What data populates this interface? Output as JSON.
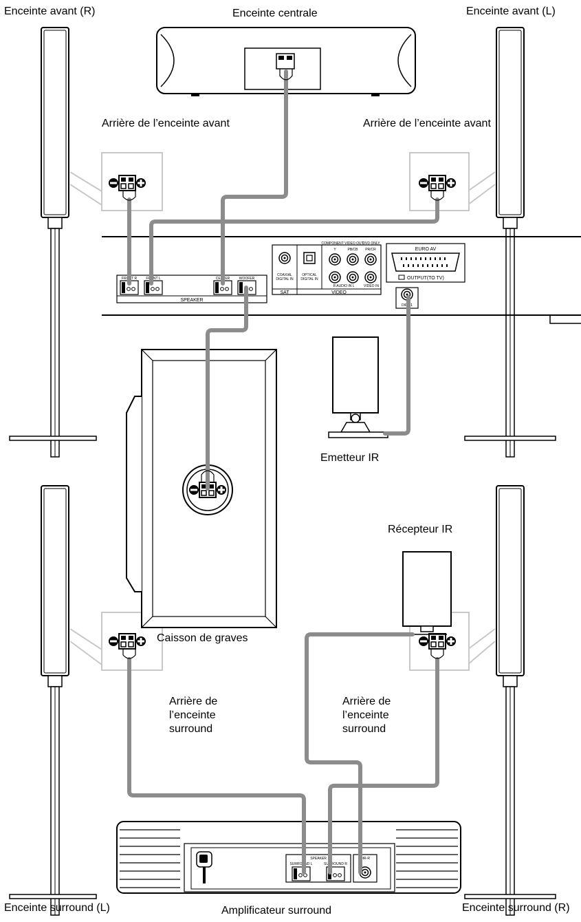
{
  "labels": {
    "front_right": "Enceinte avant (R)",
    "center": "Enceinte centrale",
    "front_left": "Enceinte avant (L)",
    "rear_front_left": "Arrière de l’enceinte avant",
    "rear_front_right": "Arrière de l’enceinte avant",
    "ir_emitter": "Emetteur IR",
    "ir_receiver": "Récepteur IR",
    "subwoofer": "Caisson de graves",
    "rear_surround_left": "Arrière de l’enceinte surround",
    "rear_surround_right": "Arrière de l’enceinte surround",
    "surround_left": "Enceinte surround (L)",
    "surround_amp": "Amplificateur surround",
    "surround_right": "Enceinte surround (R)"
  },
  "panel": {
    "speaker": "SPEAKER",
    "front_r": "FRONT R",
    "front_l": "FRONT L",
    "center": "CENTER",
    "woofer": "WOOFER",
    "coaxial": "COAXIAL",
    "coaxial2": "DIGITAL IN",
    "optical": "OPTICAL",
    "optical2": "DIGITAL IN",
    "sat": "SAT",
    "video": "VIDEO",
    "component": "COMPONENT VIDEO OUT",
    "dvd_only": "DVD ONLY",
    "y": "Y",
    "pb": "PB/CB",
    "pr": "PR/CR",
    "audio_in": "R  AUDIO IN  L",
    "video_in": "VIDEO IN",
    "euro_av": "EURO AV",
    "output": "OUTPUT(TO TV)",
    "dir_t1": "DIR-T1"
  },
  "amp": {
    "speaker": "SPEAKER",
    "surround_l": "SURROUND L",
    "surround_r": "SURROUND R",
    "dir_r": "DIR-R"
  }
}
